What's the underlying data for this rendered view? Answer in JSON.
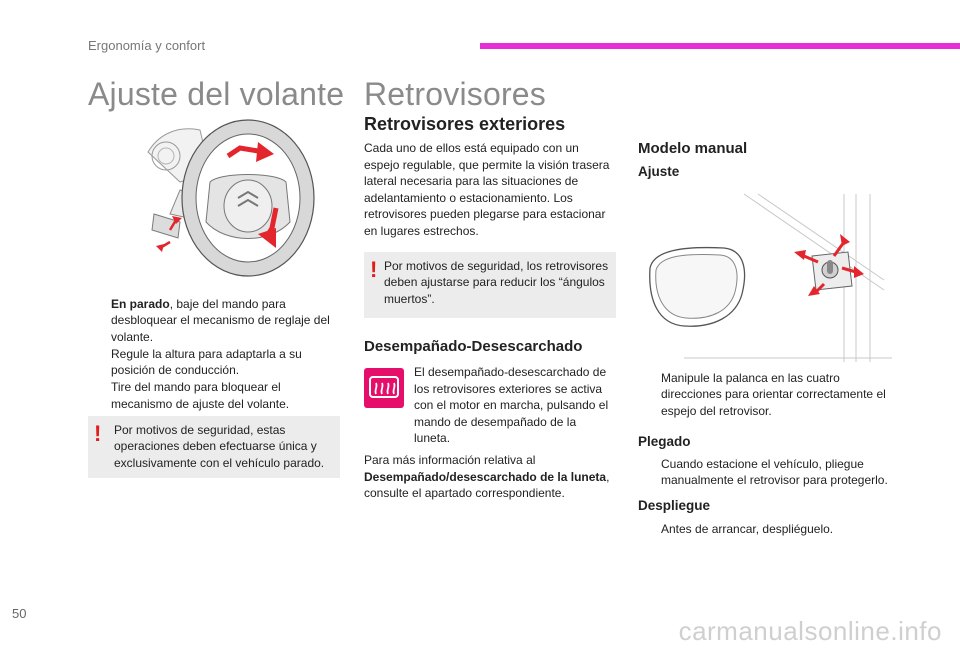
{
  "header": {
    "section_label": "Ergonomía y confort"
  },
  "left": {
    "title": "Ajuste del volante",
    "items": [
      {
        "bold": "En parado",
        "text": ", baje del mando para desbloquear el mecanismo de reglaje del volante."
      },
      {
        "text": "Regule la altura para adaptarla a su posición de conducción."
      },
      {
        "text": "Tire del mando para bloquear el mecanismo de ajuste del volante."
      }
    ],
    "warning": "Por motivos de seguridad, estas operaciones deben efectuarse única y exclusivamente con el vehículo parado."
  },
  "middle": {
    "title": "Retrovisores",
    "exteriores_heading": "Retrovisores exteriores",
    "exteriores_text": "Cada uno de ellos está equipado con un espejo regulable, que permite la visión trasera lateral necesaria para las situaciones de adelantamiento o estacionamiento. Los retrovisores pueden plegarse para estacionar en lugares estrechos.",
    "warning": "Por motivos de seguridad, los retrovisores deben ajustarse para reducir los “ángulos muertos”.",
    "defrost_heading": "Desempañado-Desescarchado",
    "defrost_text": "El desempañado-desescarchado de los retrovisores exteriores se activa con el motor en marcha, pulsando el mando de desempañado de la luneta.",
    "more_info_prefix": "Para más información relativa al ",
    "more_info_bold": "Desempañado/desescarchado de la luneta",
    "more_info_suffix": ", consulte el apartado correspondiente."
  },
  "right": {
    "manual_heading": "Modelo manual",
    "ajuste_heading": "Ajuste",
    "ajuste_item": "Manipule la palanca en las cuatro direcciones para orientar correctamente el espejo del retrovisor.",
    "plegado_heading": "Plegado",
    "plegado_item": "Cuando estacione el vehículo, pliegue manualmente el retrovisor para protegerlo.",
    "despliegue_heading": "Despliegue",
    "despliegue_item": "Antes de arrancar, despliéguelo."
  },
  "footer": {
    "page_number": "50",
    "watermark": "carmanualsonline.info"
  },
  "glyphs": {
    "bullet": "",
    "warning_mark": "!"
  },
  "colors": {
    "accent_pink": "#e62ed5",
    "defrost_button": "#e60e6b",
    "warning_red": "#e21b1b",
    "arrow_red": "#e3262d",
    "warning_bg": "#ececec"
  },
  "icons": {
    "steering": "steering-wheel-icon",
    "mirror": "mirror-adjust-icon",
    "defrost": "rear-defrost-icon"
  }
}
